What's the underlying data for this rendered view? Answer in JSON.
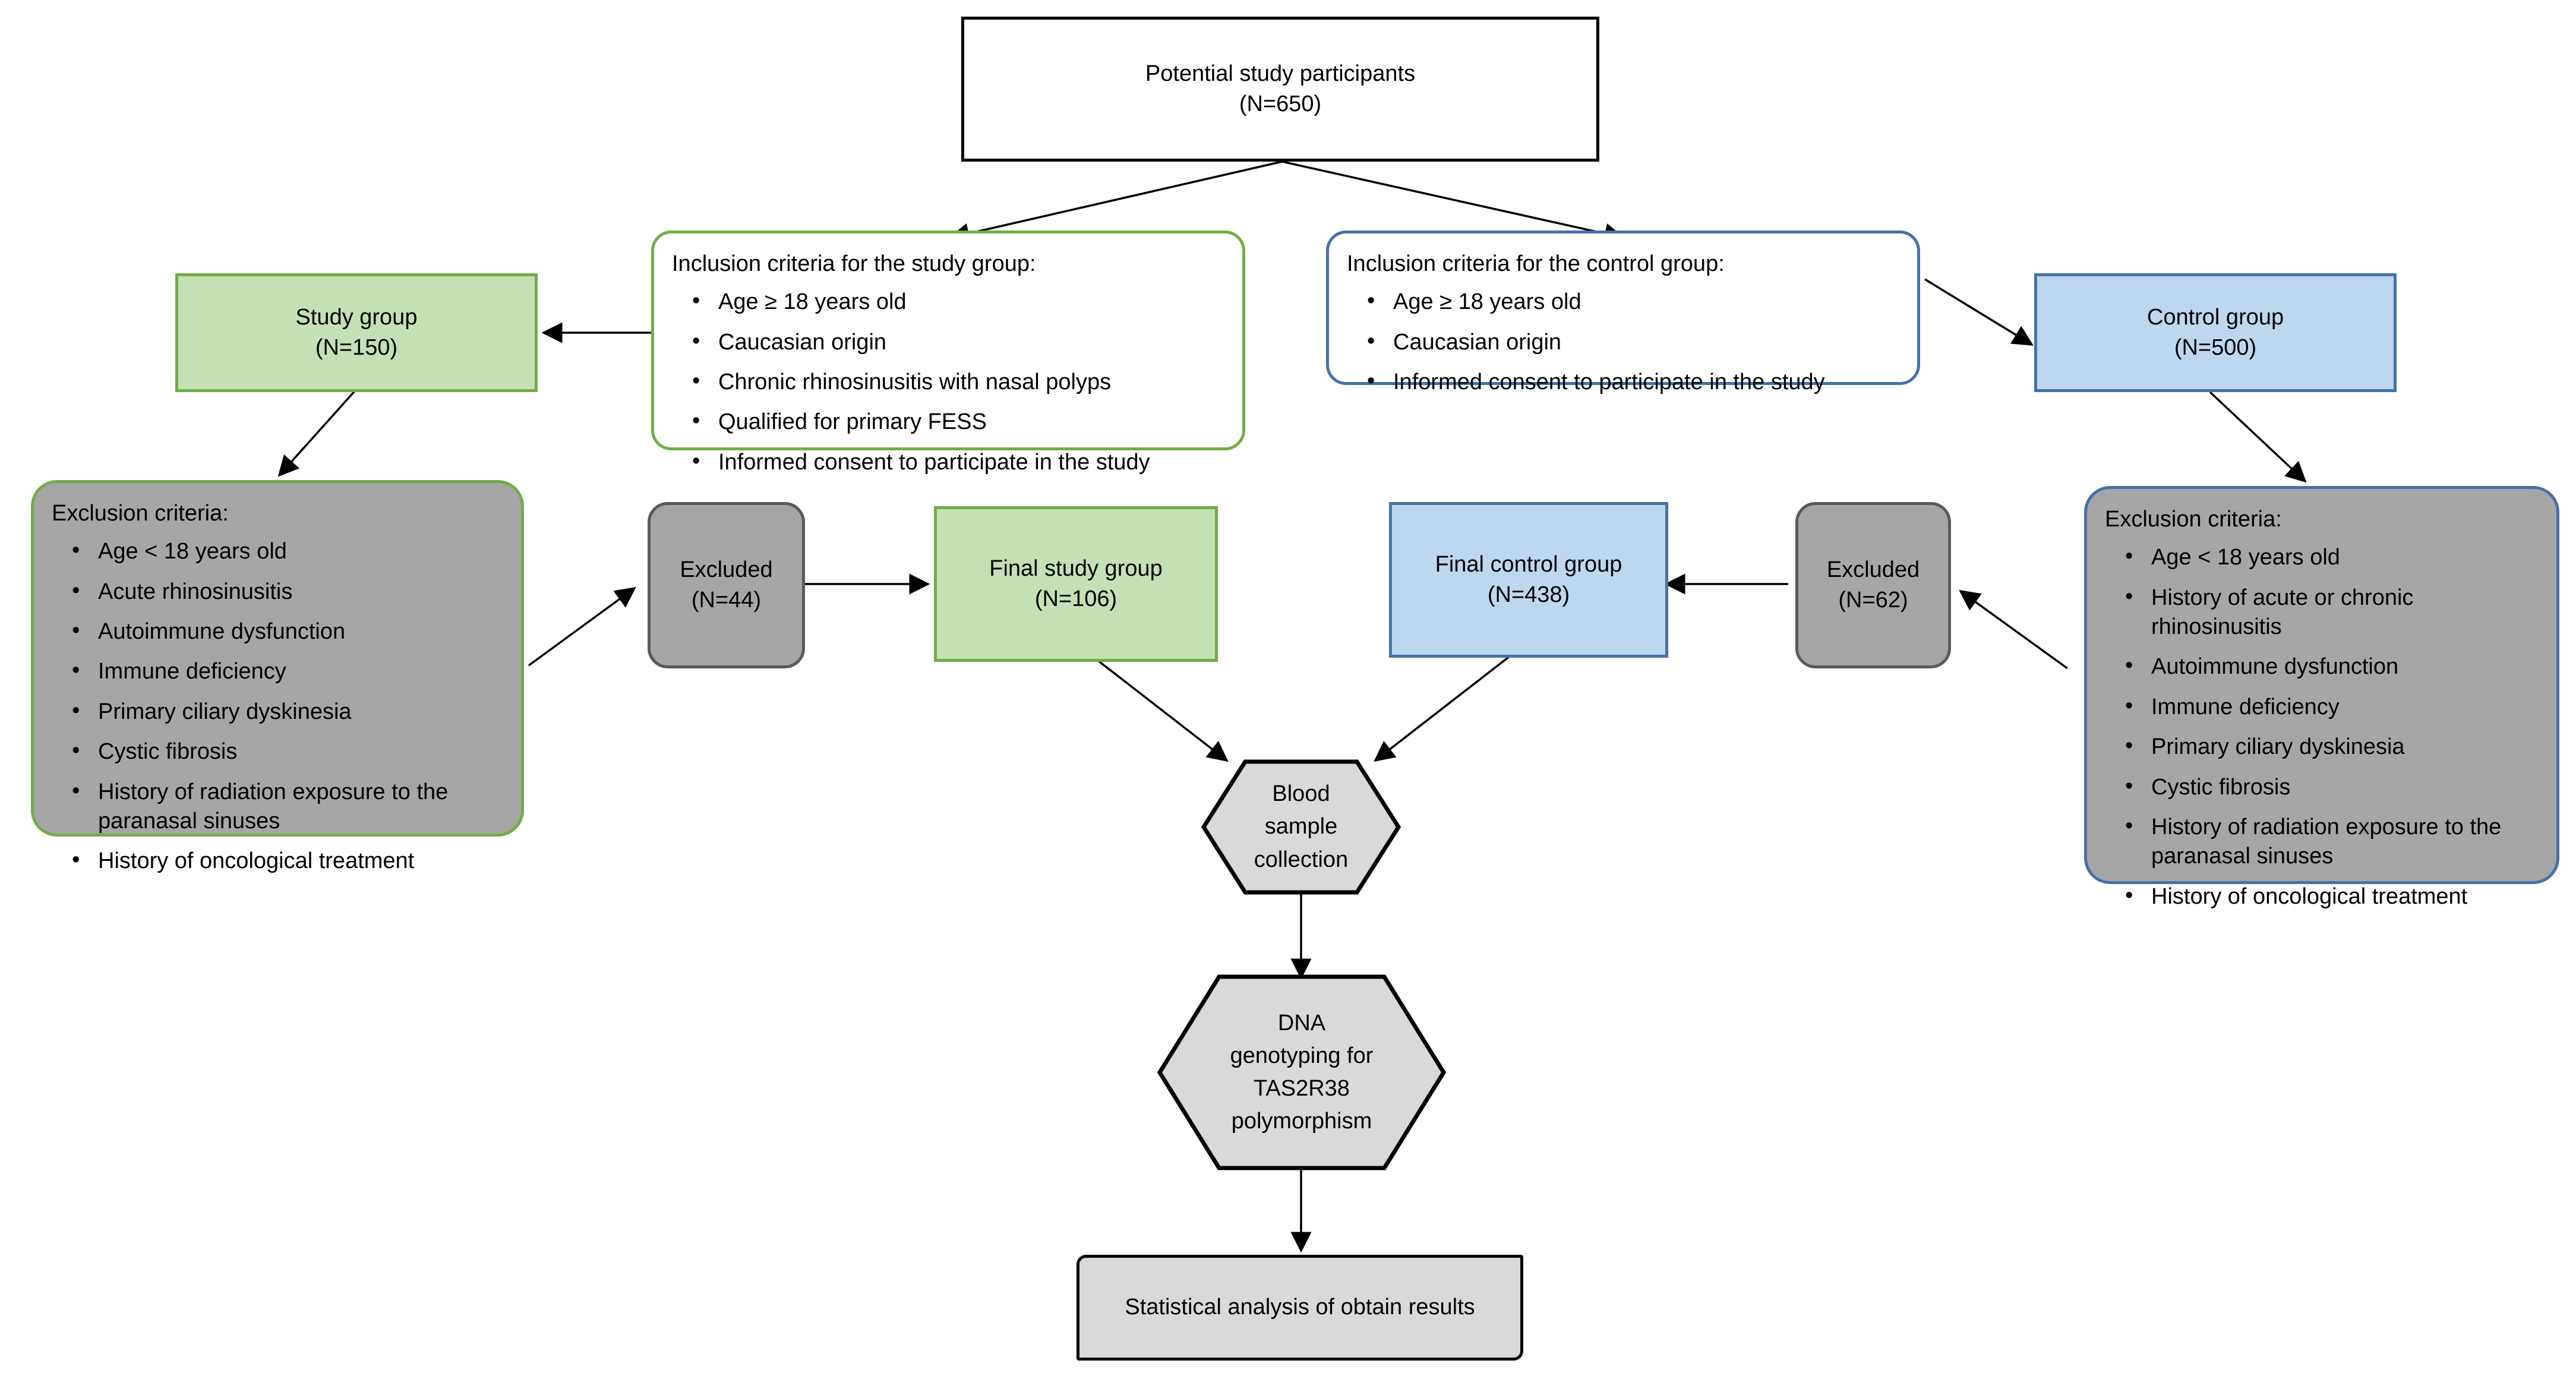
{
  "diagram": {
    "title": "Study participant flow diagram",
    "colors": {
      "green_fill": "#C5E0B4",
      "green_border": "#70AD47",
      "blue_fill": "#BDD7EE",
      "blue_border": "#4472A8",
      "gray_fill": "#A6A6A6",
      "light_gray_fill": "#D9D9D9",
      "dark_gray_border": "#595959",
      "black": "#000000"
    }
  },
  "nodes": {
    "potential": {
      "line1": "Potential study participants",
      "line2": "(N=650)"
    },
    "inclusion_study": {
      "heading": "Inclusion criteria for the study group:",
      "items": [
        "Age ≥ 18 years old",
        "Caucasian origin",
        "Chronic rhinosinusitis with nasal polyps",
        "Qualified for primary FESS",
        "Informed consent to participate in the study"
      ]
    },
    "inclusion_control": {
      "heading": "Inclusion criteria for the control group:",
      "items": [
        "Age ≥ 18 years old",
        "Caucasian origin",
        "Informed consent to participate in the study"
      ]
    },
    "study_group": {
      "line1": "Study group",
      "line2": "(N=150)"
    },
    "control_group": {
      "line1": "Control group",
      "line2": "(N=500)"
    },
    "exclusion_study": {
      "heading": "Exclusion criteria:",
      "items": [
        "Age < 18 years old",
        "Acute rhinosinusitis",
        "Autoimmune dysfunction",
        "Immune deficiency",
        "Primary ciliary dyskinesia",
        "Cystic fibrosis",
        "History of radiation exposure to the paranasal sinuses",
        "History of oncological treatment"
      ]
    },
    "exclusion_control": {
      "heading": "Exclusion criteria:",
      "items": [
        "Age < 18 years old",
        "History of acute or chronic rhinosinusitis",
        "Autoimmune dysfunction",
        "Immune deficiency",
        "Primary ciliary dyskinesia",
        "Cystic fibrosis",
        "History of radiation exposure to the paranasal sinuses",
        "History of oncological treatment"
      ]
    },
    "excluded_study": {
      "line1": "Excluded",
      "line2": "(N=44)"
    },
    "excluded_control": {
      "line1": "Excluded",
      "line2": "(N=62)"
    },
    "final_study_group": {
      "line1": "Final study group",
      "line2": "(N=106)"
    },
    "final_control_group": {
      "line1": "Final control group",
      "line2": "(N=438)"
    },
    "blood_sample": {
      "line1": "Blood",
      "line2": "sample",
      "line3": "collection"
    },
    "dna_genotyping": {
      "line1": "DNA",
      "line2": "genotyping for",
      "line3": "TAS2R38",
      "line4": "polymorphism"
    },
    "statistical_analysis": {
      "label": "Statistical analysis of obtain results"
    }
  }
}
